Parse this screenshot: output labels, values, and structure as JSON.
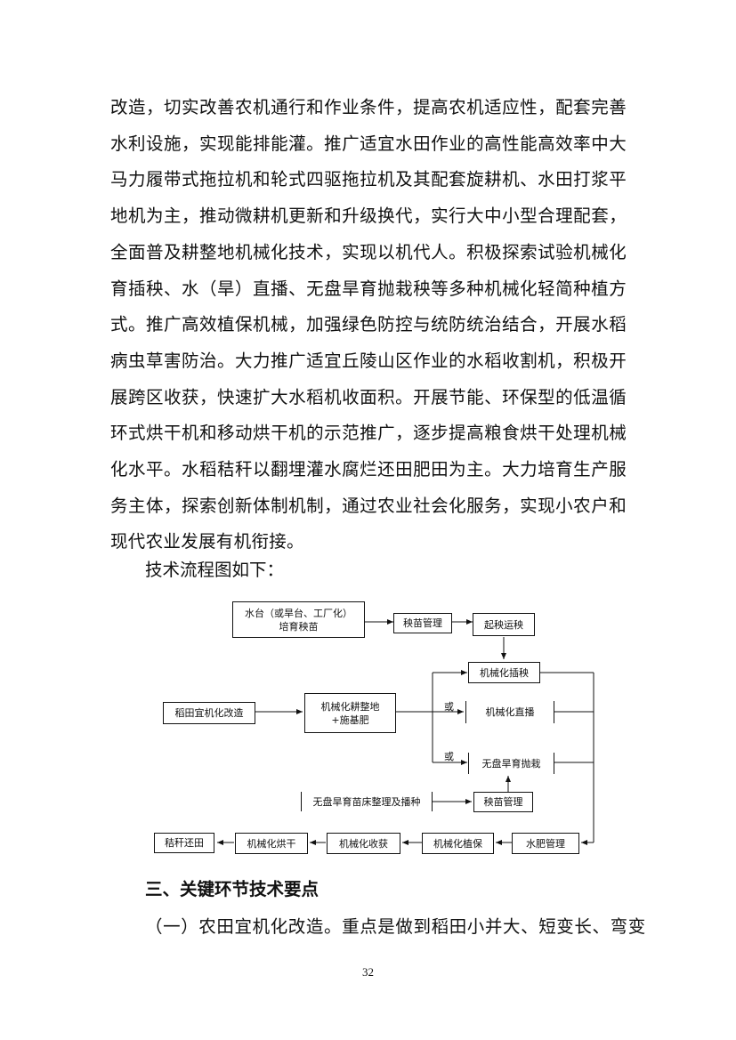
{
  "paragraph": "改造，切实改善农机通行和作业条件，提高农机适应性，配套完善水利设施，实现能排能灌。推广适宜水田作业的高性能高效率中大马力履带式拖拉机和轮式四驱拖拉机及其配套旋耕机、水田打浆平地机为主，推动微耕机更新和升级换代，实行大中小型合理配套，全面普及耕整地机械化技术，实现以机代人。积极探索试验机械化育插秧、水（旱）直播、无盘旱育抛栽秧等多种机械化轻简种植方式。推广高效植保机械，加强绿色防控与统防统治结合，开展水稻病虫草害防治。大力推广适宜丘陵山区作业的水稻收割机，积极开展跨区收获，快速扩大水稻机收面积。开展节能、环保型的低温循环式烘干机和移动烘干机的示范推广，逐步提高粮食烘干处理机械化水平。水稻秸秆以翻埋灌水腐烂还田肥田为主。大力培育生产服务主体，探索创新体制机制，通过农业社会化服务，实现小农户和现代农业发展有机衔接。",
  "flow_intro": "技术流程图如下：",
  "flowchart": {
    "nursery_line1": "水台（或旱台、工厂化）",
    "nursery_line2": "培育秧苗",
    "seedling_mgmt": "秧苗管理",
    "transport": "起秧运秧",
    "field_prep": "稻田宜机化改造",
    "tillage_line1": "机械化耕整地",
    "tillage_line2": "+施基肥",
    "transplant": "机械化插秧",
    "direct_seed": "机械化直播",
    "throw_plant": "无盘旱育抛栽",
    "or_1": "或",
    "or_2": "或",
    "dry_nursery": "无盘旱育苗床整理及播种",
    "seedling_mgmt2": "秧苗管理",
    "straw": "秸秆还田",
    "drying": "机械化烘干",
    "harvest": "机械化收获",
    "protection": "机械化植保",
    "water_fert": "水肥管理"
  },
  "section_heading": "三、关键环节技术要点",
  "subsection": "（一）农田宜机化改造。重点是做到稻田小并大、短变长、弯变",
  "page_number": "32"
}
